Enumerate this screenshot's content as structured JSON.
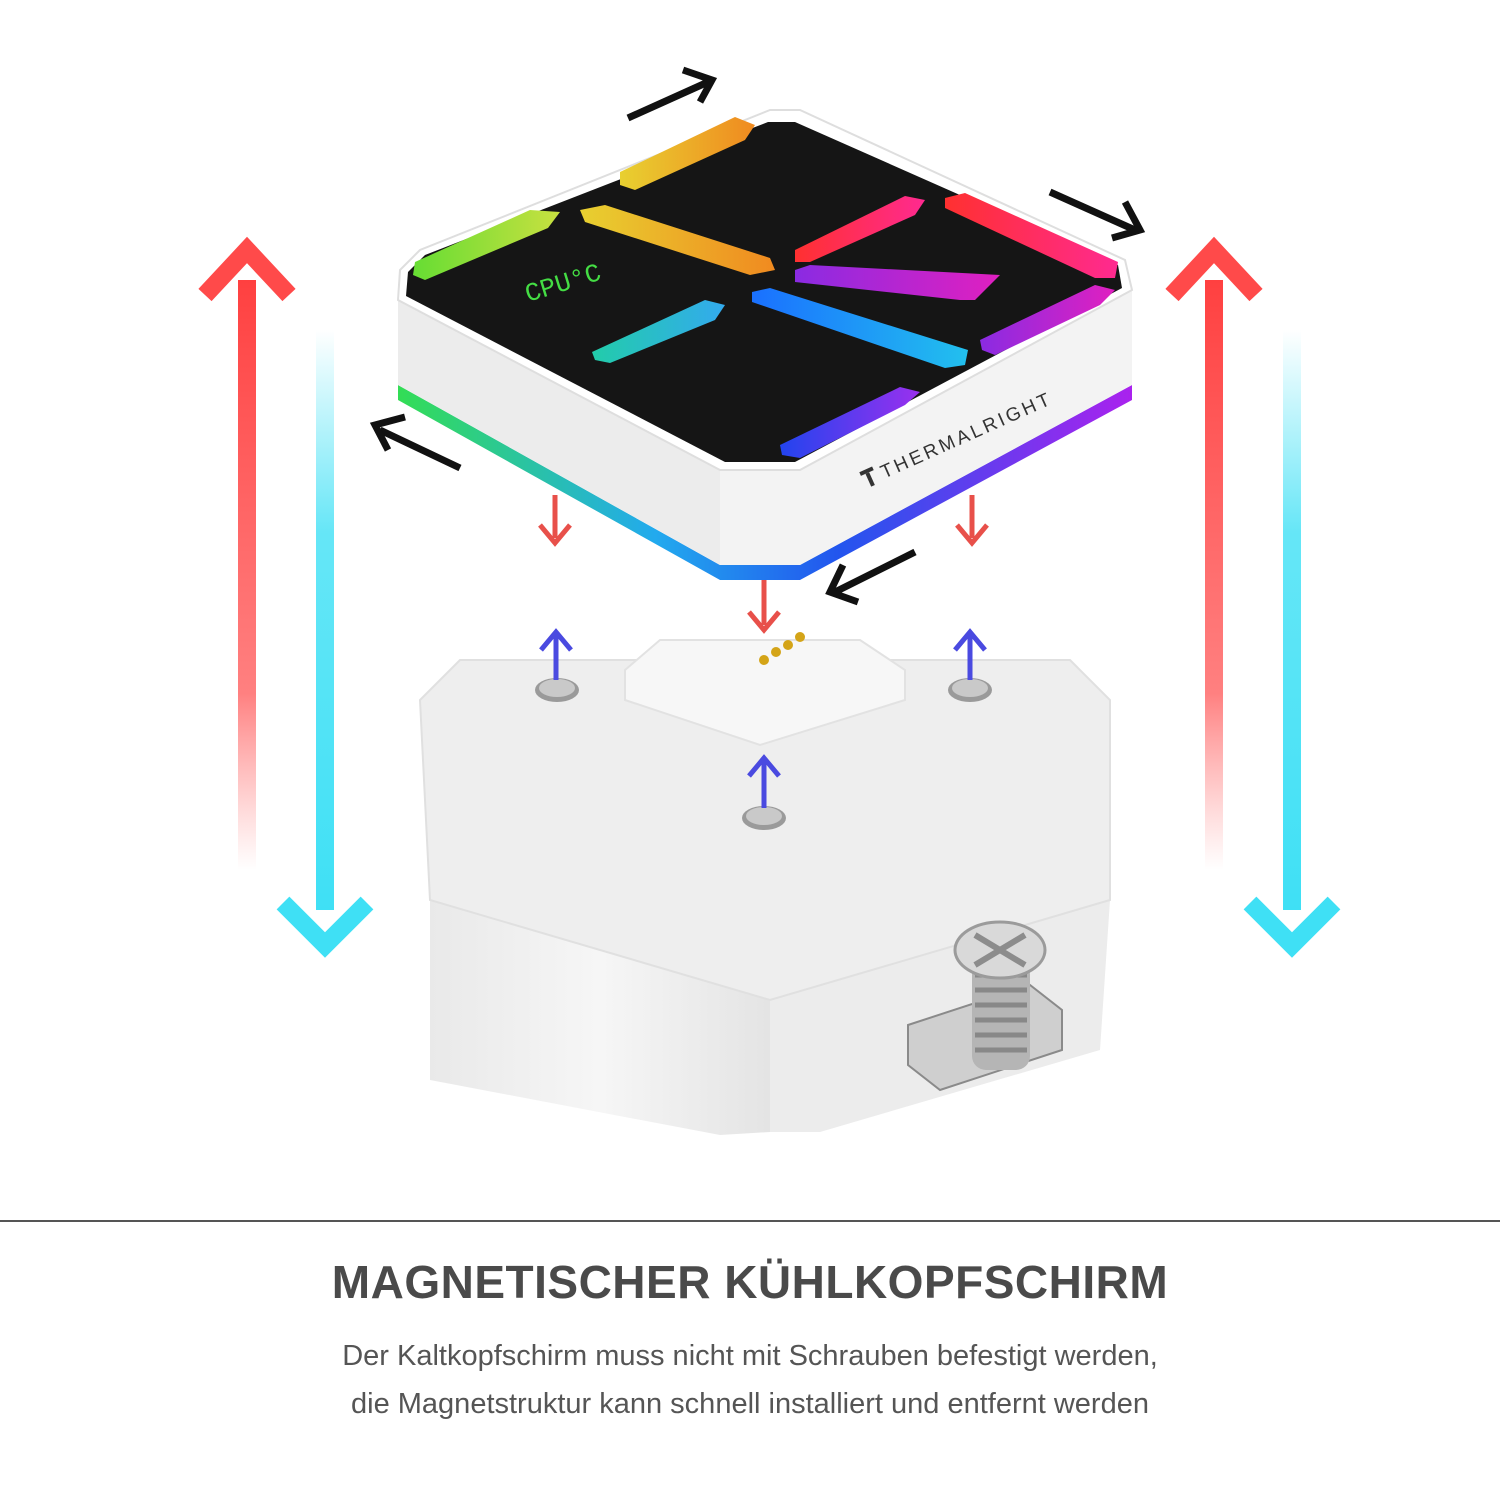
{
  "product": {
    "display_label": "CPU°C",
    "brand_logo_text": "THERMALRIGHT"
  },
  "headline": "MAGNETISCHER KÜHLKOPFSCHIRM",
  "description": {
    "line1": "Der Kaltkopfschirm muss nicht mit Schrauben befestigt werden,",
    "line2": "die Magnetstruktur kann schnell installiert und entfernt werden"
  },
  "colors": {
    "hot_arrow": "#ff4a4a",
    "cold_arrow": "#3fe0f5",
    "magnet_down": "#e8504a",
    "magnet_up": "#4a4ae0",
    "text": "#4a4a4a",
    "display_text": "#44dd44"
  },
  "icons": [
    "rotate-arrow-icon",
    "double-arrow-hot-cold-icon",
    "magnet-direction-icon",
    "screw-icon",
    "pogo-pin-icon"
  ]
}
